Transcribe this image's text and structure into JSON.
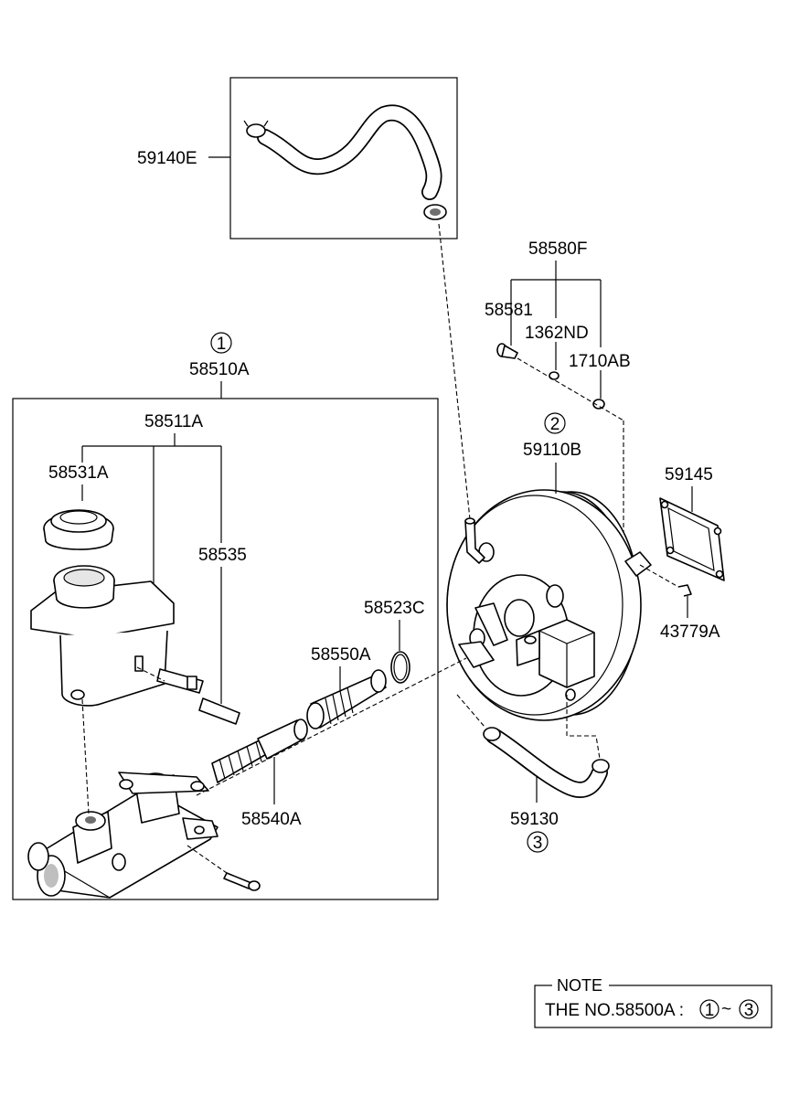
{
  "labels": {
    "p59140E": "59140E",
    "p58580F": "58580F",
    "p58581": "58581",
    "p1362ND": "1362ND",
    "p1710AB": "1710AB",
    "circle1": "1",
    "p58510A": "58510A",
    "p58511A": "58511A",
    "p58531A": "58531A",
    "p58535": "58535",
    "p58523C": "58523C",
    "p58550A": "58550A",
    "p58540A": "58540A",
    "circle2": "2",
    "p59110B": "59110B",
    "p59145": "59145",
    "p43779A": "43779A",
    "p59130": "59130",
    "circle3": "3"
  },
  "note": {
    "title": "NOTE",
    "text": "THE NO.58500A :",
    "range_start": "1",
    "range_sep": "~",
    "range_end": "3"
  }
}
